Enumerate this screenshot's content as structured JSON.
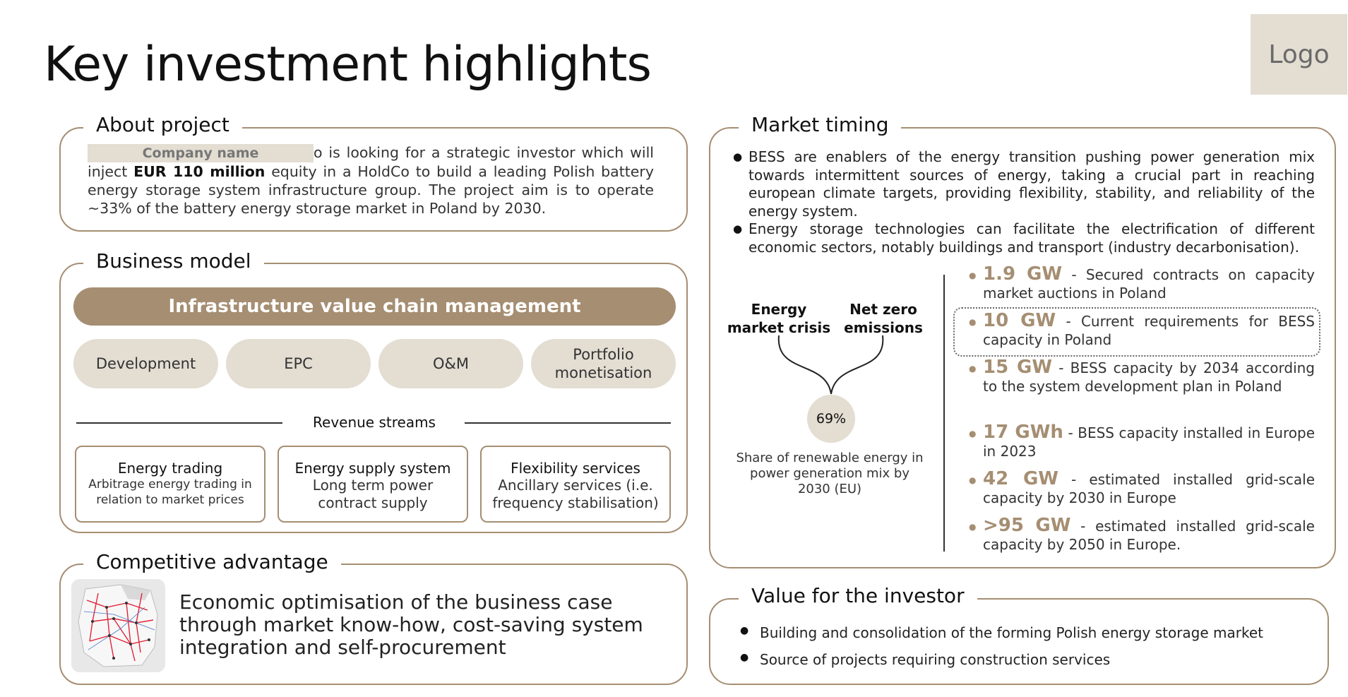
{
  "title": "Key investment highlights",
  "logo": "Logo",
  "about": {
    "title": "About project",
    "company": "Company name",
    "text_pre": "o is looking for a strategic investor which will inject ",
    "bold": "EUR 110 million",
    "text_post": " equity in a HoldCo to build a leading Polish battery energy storage system infrastructure group. The project aim is to operate ~33% of the battery energy storage market in Poland by 2030."
  },
  "business": {
    "title": "Business model",
    "value_chain": "Infrastructure value chain management",
    "pills": [
      "Development",
      "EPC",
      "O&M",
      "Portfolio monetisation"
    ],
    "revenue_label": "Revenue streams",
    "streams": [
      {
        "title": "Energy trading",
        "desc": "Arbitrage energy trading in relation to market prices"
      },
      {
        "title": "Energy supply system",
        "desc": "Long term power contract supply"
      },
      {
        "title": "Flexibility services",
        "desc": "Ancillary services (i.e. frequency stabilisation)"
      }
    ]
  },
  "competitive": {
    "title": "Competitive advantage",
    "text": "Economic optimisation of the business case through market know-how, cost-saving system integration and self-procurement"
  },
  "market": {
    "title": "Market timing",
    "bullets": [
      "BESS are enablers of the energy transition pushing power generation mix towards intermittent sources of energy, taking a crucial part in reaching european climate targets, providing flexibility, stability, and reliability of the energy system.",
      "Energy storage technologies can facilitate the electrification of different economic sectors, notably buildings and transport (industry decarbonisation)."
    ],
    "crisis_label": "Energy market crisis",
    "netzero_label": "Net zero emissions",
    "share_value": "69%",
    "share_text": "Share of renewable energy in power generation mix by 2030 (EU)",
    "stats": [
      {
        "value": "1.9 GW",
        "text": " - Secured contracts on capacity market auctions in Poland"
      },
      {
        "value": "10 GW",
        "text": " - Current requirements for BESS capacity in Poland"
      },
      {
        "value": "15 GW",
        "text": " - BESS capacity by 2034 according to the system development plan in Poland"
      },
      {
        "value": "17 GWh",
        "text": " - BESS capacity installed in Europe in 2023"
      },
      {
        "value": "42 GW",
        "text": " - estimated installed grid-scale capacity by 2030 in Europe"
      },
      {
        "value": ">95 GW",
        "text": " - estimated installed grid-scale capacity by 2050 in Europe."
      }
    ]
  },
  "value": {
    "title": "Value for the investor",
    "items": [
      "Building and consolidation of the forming Polish energy storage market",
      "Source of projects requiring construction services"
    ]
  },
  "colors": {
    "accent": "#a58e72",
    "light": "#e3ddd2"
  }
}
